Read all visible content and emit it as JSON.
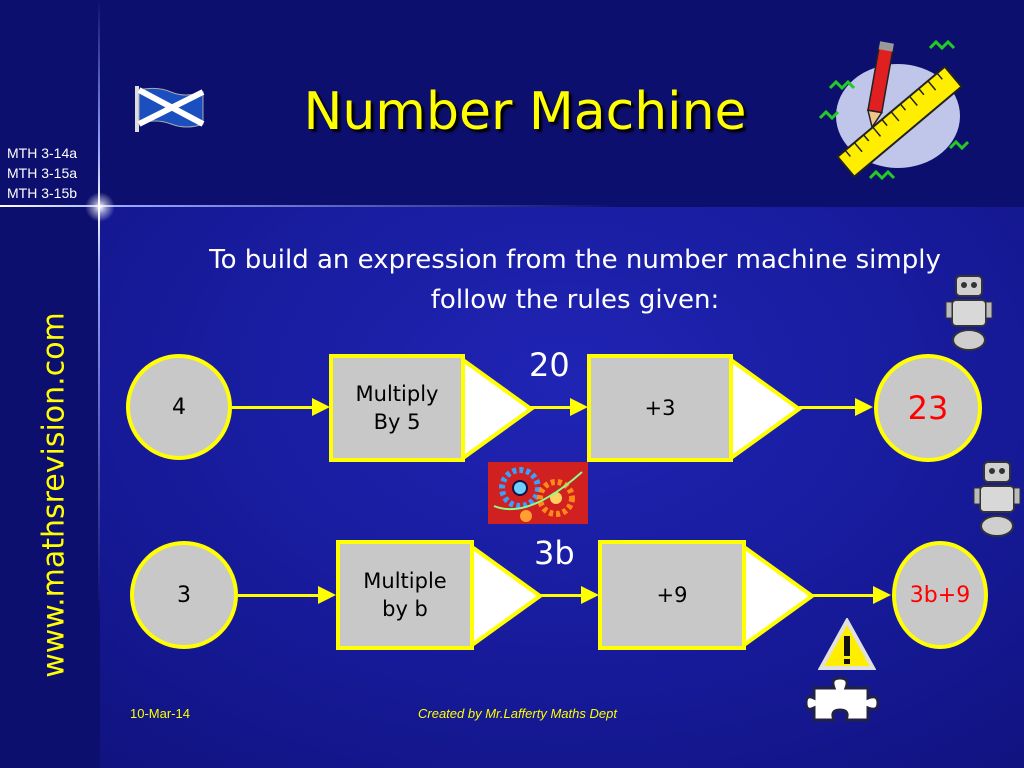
{
  "title": "Number Machine",
  "curriculum_codes": [
    "MTH 3-14a",
    "MTH 3-15a",
    "MTH 3-15b"
  ],
  "website": "www.mathsrevision.com",
  "intro_text": "To build an expression from the number machine simply follow the rules given:",
  "machine1": {
    "input": "4",
    "step1": "Multiply By 5",
    "intermediate": "20",
    "step2": "+3",
    "output": "23"
  },
  "machine2": {
    "input": "3",
    "step1": "Multiple by b",
    "intermediate": "3b",
    "step2": "+9",
    "output": "3b+9"
  },
  "footer": {
    "date": "10-Mar-14",
    "credit": "Created by Mr.Lafferty Maths Dept"
  },
  "colors": {
    "background": "#161a98",
    "title": "#ffff00",
    "node_fill": "#c8c8c8",
    "node_border": "#ffff00",
    "output_text": "#ff0000"
  },
  "icons": [
    "scotland-flag-icon",
    "pencil-ruler-clipart",
    "robot-icon",
    "gears-clipart",
    "warning-sign-icon",
    "puzzle-piece-icon"
  ]
}
